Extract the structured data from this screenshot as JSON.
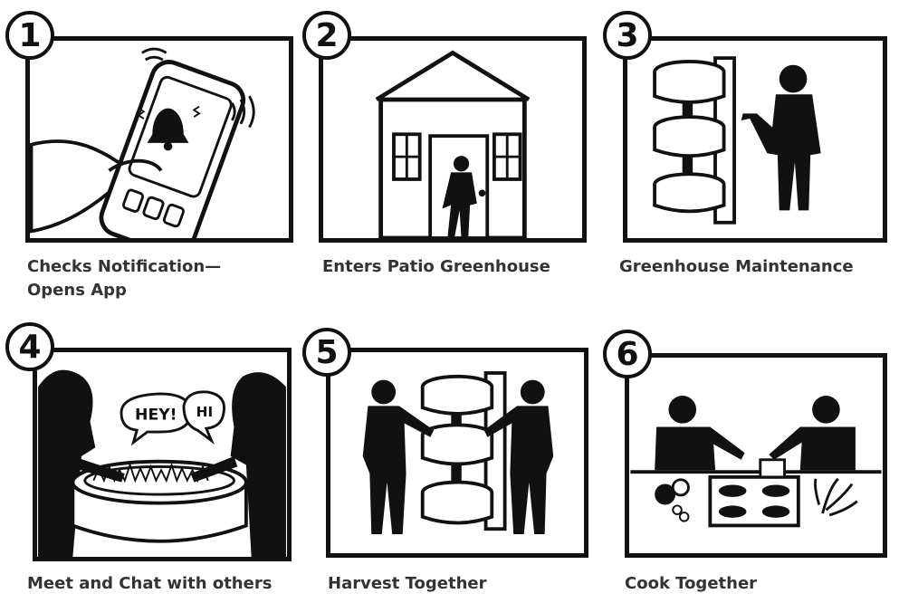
{
  "storyboard": {
    "panels": [
      {
        "number": "1",
        "caption_line1": "Checks Notification—",
        "caption_line2": "Opens App"
      },
      {
        "number": "2",
        "caption_line1": "Enters Patio Greenhouse",
        "caption_line2": ""
      },
      {
        "number": "3",
        "caption_line1": "Greenhouse Maintenance",
        "caption_line2": ""
      },
      {
        "number": "4",
        "caption_line1": "Meet and Chat with others",
        "caption_line2": "",
        "speech_1": "HEY!",
        "speech_2": "HI"
      },
      {
        "number": "5",
        "caption_line1": "Harvest Together",
        "caption_line2": ""
      },
      {
        "number": "6",
        "caption_line1": "Cook Together",
        "caption_line2": ""
      }
    ]
  }
}
